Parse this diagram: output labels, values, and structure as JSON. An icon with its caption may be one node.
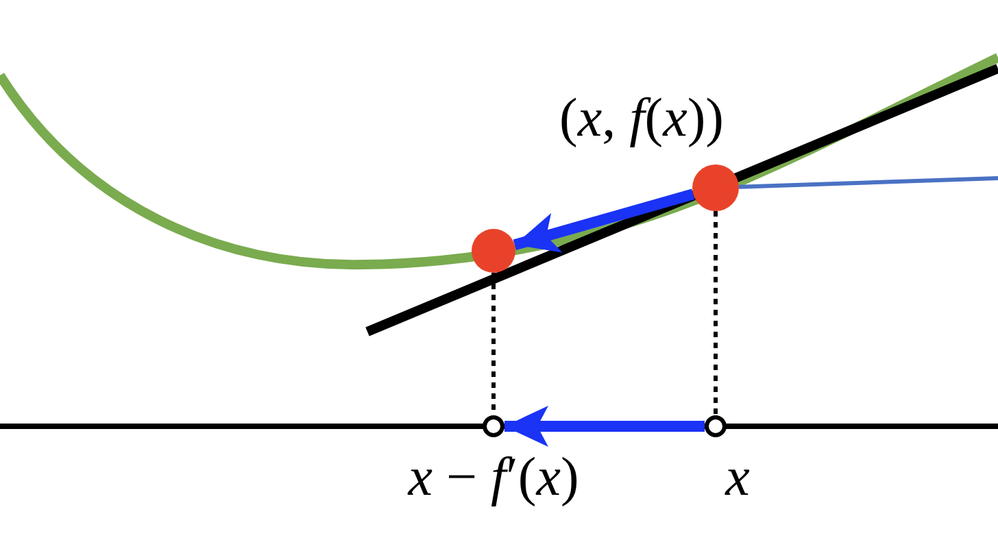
{
  "diagram": {
    "nodes": [
      {
        "text": [],
        "shape": "circle",
        "beside": [
          "(*x*, *f*(*x*))"
        ]
      },
      {
        "text": [],
        "shape": "circle"
      },
      {
        "text": [],
        "shape": "circle",
        "beside": [
          "*x* − *f*′(*x*)"
        ]
      },
      {
        "text": [],
        "shape": "circle",
        "beside": [
          "*x*"
        ]
      }
    ],
    "edges": [
      {
        "from": 0,
        "to": 1,
        "arrow": "to",
        "style": "thick",
        "color": "#1a33f5"
      },
      {
        "from": 3,
        "to": 2,
        "arrow": "to",
        "style": "thick",
        "color": "#1a33f5"
      },
      {
        "from": 1,
        "to": 2,
        "arrow": "none",
        "style": "dashed",
        "color": "#000000"
      },
      {
        "from": 0,
        "to": 3,
        "arrow": "none",
        "style": "dashed",
        "color": "#000000"
      },
      {
        "from": 0,
        "to": null,
        "arrow": "none",
        "color": "#4a72c4"
      }
    ]
  }
}
